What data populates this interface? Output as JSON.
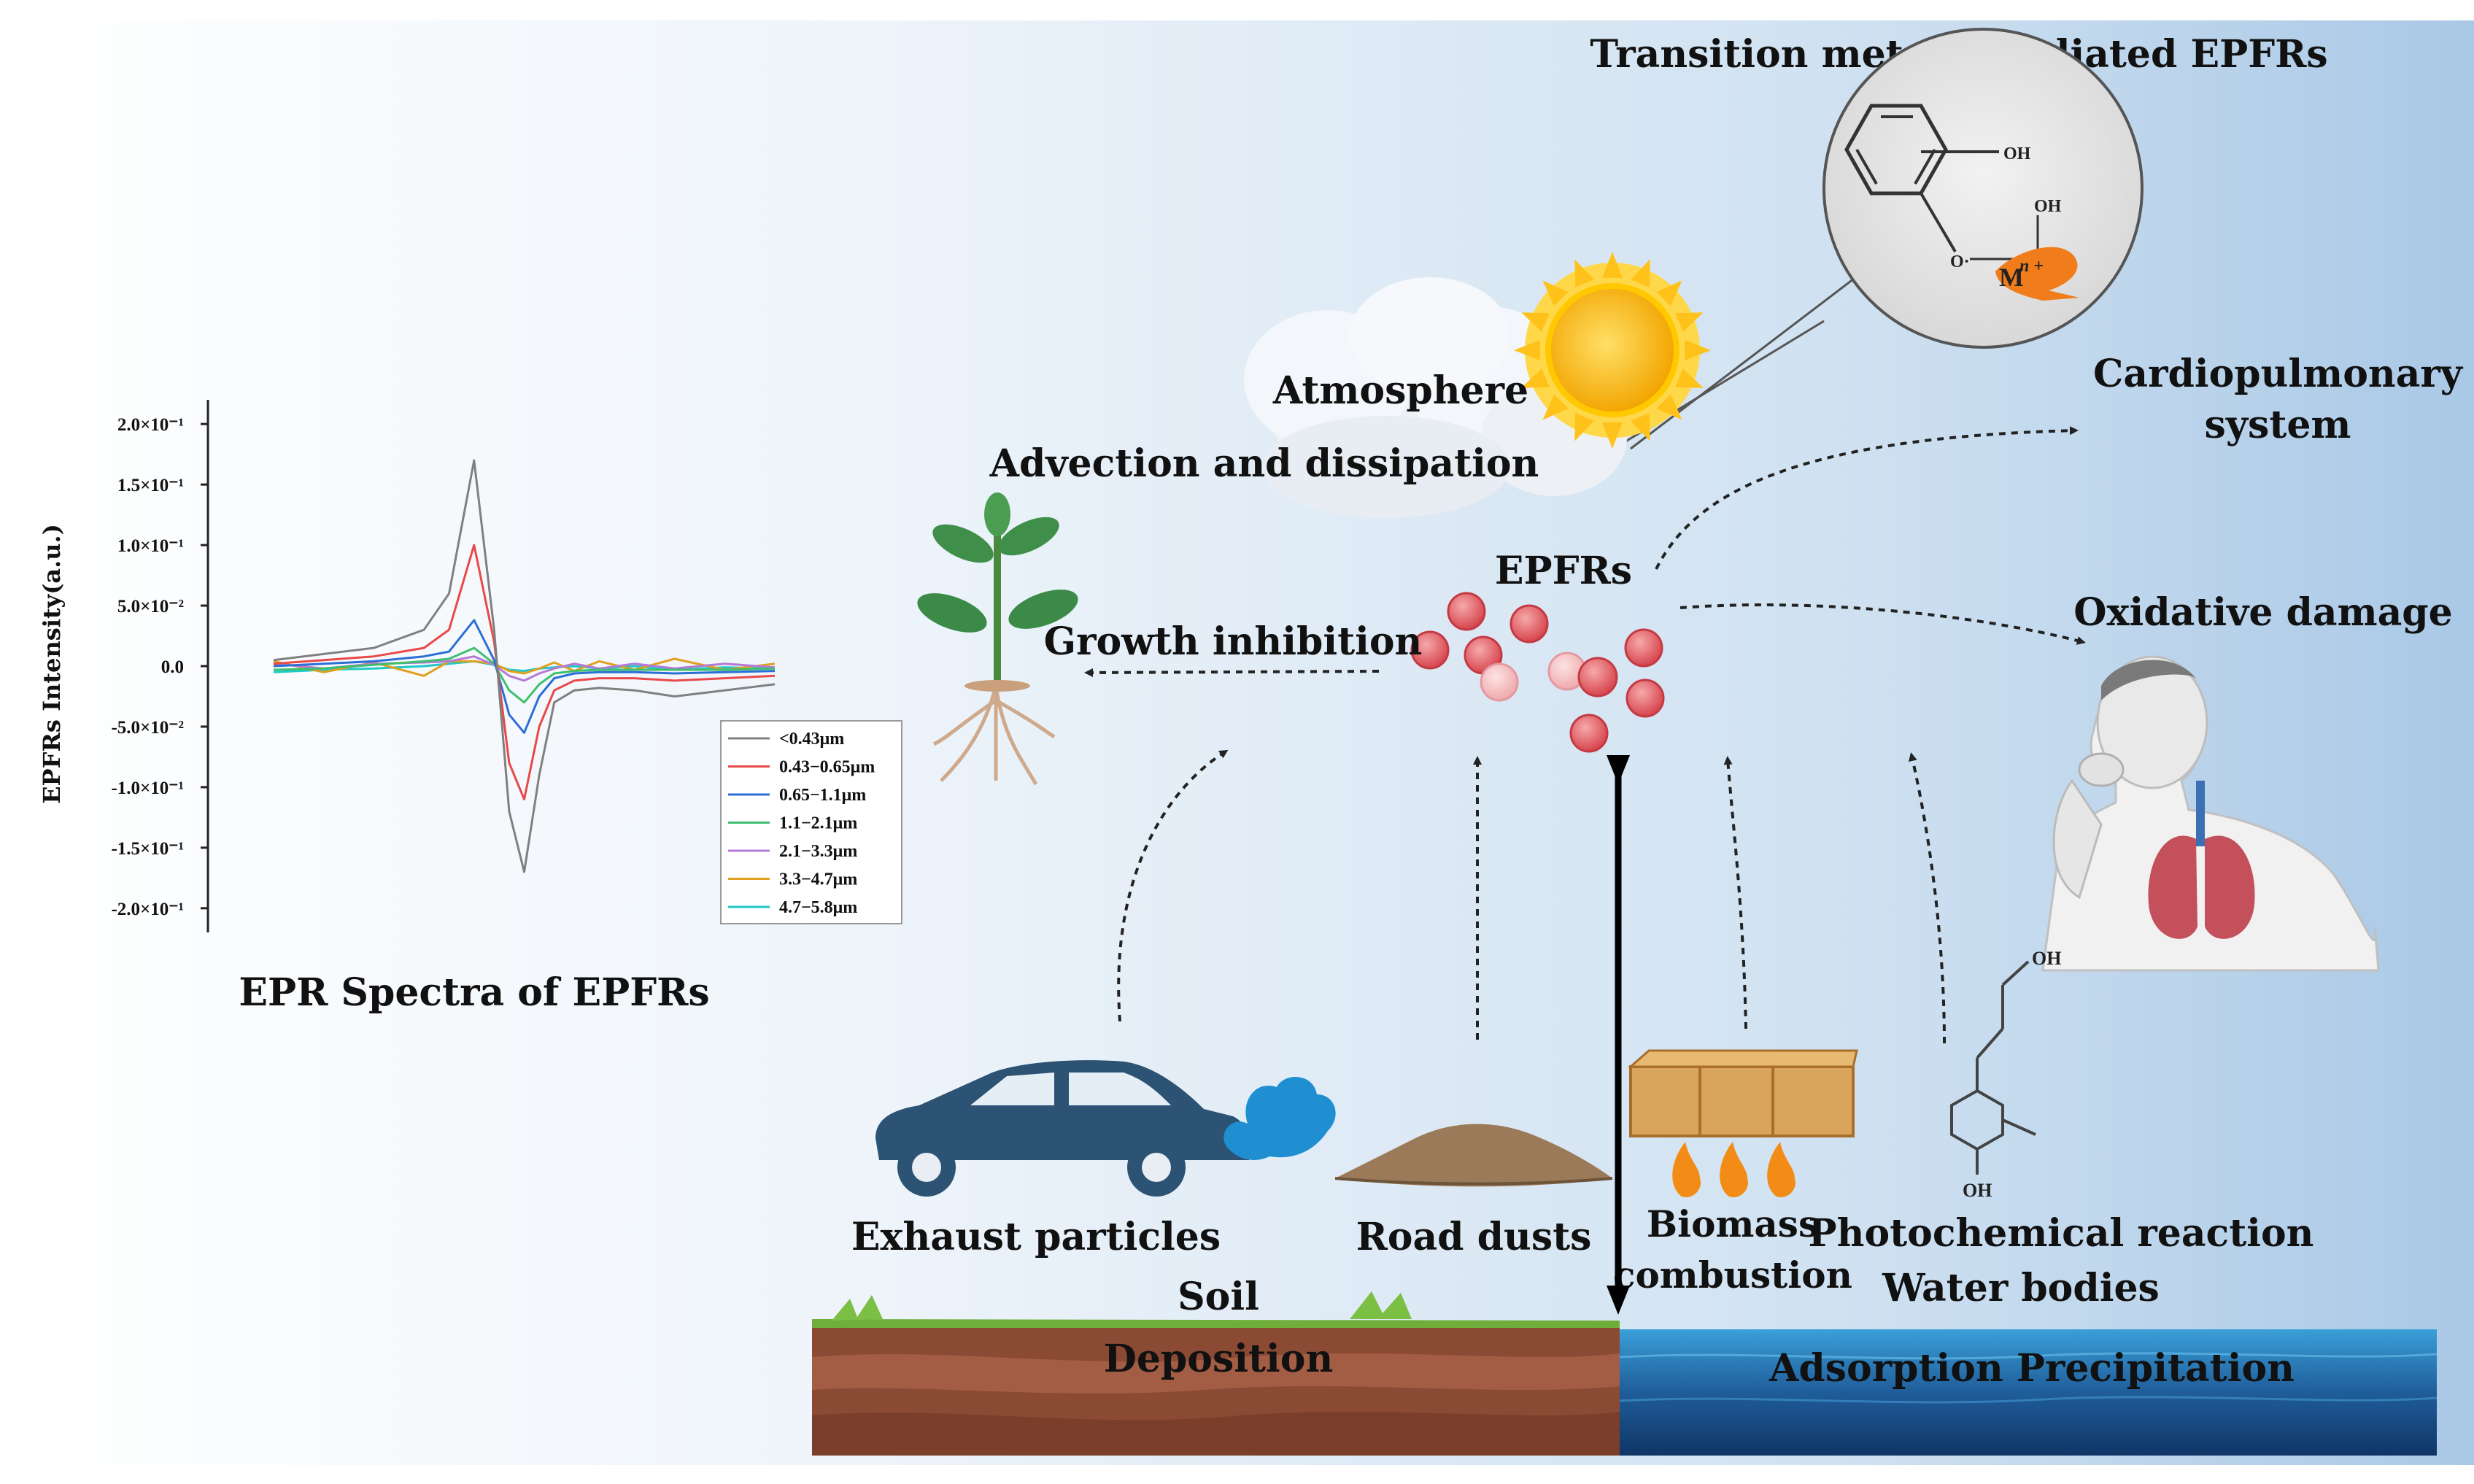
{
  "title": "Transition metals-mediated EPFRs",
  "labels": {
    "atmosphere": "Atmosphere",
    "advection": "Advection and dissipation",
    "cardio_line1": "Cardiopulmonary",
    "cardio_line2": "system",
    "epfrs": "EPFRs",
    "oxidative": "Oxidative damage",
    "growth": "Growth inhibition",
    "exhaust": "Exhaust particles",
    "road": "Road dusts",
    "biomass_line1": "Biomass",
    "biomass_line2": "combustion",
    "photochem": "Photochemical reaction",
    "water_bodies": "Water bodies",
    "soil": "Soil",
    "deposition": "Deposition",
    "adsorption": "Adsorption Precipitation"
  },
  "chemistry": {
    "oh_top": "OH",
    "oh_metal": "OH",
    "o_radical": "O·",
    "metal": "M",
    "metal_sup": "n +",
    "coniferyl_oh_top": "OH",
    "coniferyl_oh_bottom": "OH"
  },
  "icons": [
    "sun-icon",
    "cloud-icon",
    "plant-icon",
    "car-icon",
    "dust-pile-icon",
    "biomass-fire-icon",
    "human-lungs-icon",
    "water-icon",
    "soil-icon"
  ],
  "chart_data": {
    "type": "line",
    "title": "EPR Spectra of EPFRs",
    "xlabel": "",
    "ylabel": "EPFRs Intensity(a.u.)",
    "ylim": [
      -0.22,
      0.22
    ],
    "yticks": [
      0.2,
      0.15,
      0.1,
      0.05,
      0.0,
      -0.05,
      -0.1,
      -0.15,
      -0.2
    ],
    "ytick_labels": [
      "2.0×10⁻¹",
      "1.5×10⁻¹",
      "1.0×10⁻¹",
      "5.0×10⁻²",
      "0.0",
      "-5.0×10⁻²",
      "-1.0×10⁻¹",
      "-1.5×10⁻¹",
      "-2.0×10⁻¹"
    ],
    "x": [
      0,
      0.1,
      0.2,
      0.3,
      0.35,
      0.4,
      0.44,
      0.47,
      0.5,
      0.53,
      0.56,
      0.6,
      0.65,
      0.72,
      0.8,
      0.9,
      1.0
    ],
    "legend_position": "bottom-right",
    "series": [
      {
        "name": "<0.43μm",
        "color": "#808080",
        "values": [
          0.005,
          0.01,
          0.015,
          0.03,
          0.06,
          0.17,
          0.03,
          -0.12,
          -0.17,
          -0.09,
          -0.03,
          -0.02,
          -0.018,
          -0.02,
          -0.025,
          -0.02,
          -0.015
        ]
      },
      {
        "name": "0.43−0.65μm",
        "color": "#e8494a",
        "values": [
          0.002,
          0.005,
          0.008,
          0.015,
          0.03,
          0.1,
          0.02,
          -0.08,
          -0.11,
          -0.05,
          -0.02,
          -0.012,
          -0.01,
          -0.01,
          -0.012,
          -0.01,
          -0.008
        ]
      },
      {
        "name": "0.65−1.1μm",
        "color": "#2b6fd6",
        "values": [
          0,
          0.002,
          0.004,
          0.008,
          0.012,
          0.038,
          0.005,
          -0.04,
          -0.055,
          -0.025,
          -0.01,
          -0.006,
          -0.005,
          -0.005,
          -0.006,
          -0.005,
          -0.004
        ]
      },
      {
        "name": "1.1−2.1μm",
        "color": "#3fbf6f",
        "values": [
          -0.003,
          -0.002,
          0.001,
          0.004,
          0.006,
          0.015,
          0.002,
          -0.02,
          -0.03,
          -0.015,
          -0.006,
          -0.004,
          -0.003,
          -0.003,
          -0.003,
          -0.003,
          -0.002
        ]
      },
      {
        "name": "2.1−3.3μm",
        "color": "#b57ad6",
        "values": [
          0.002,
          -0.002,
          0.002,
          0.003,
          0.004,
          0.008,
          0.001,
          -0.008,
          -0.012,
          -0.006,
          -0.002,
          0.002,
          -0.002,
          0.002,
          -0.002,
          0.002,
          -0.001
        ]
      },
      {
        "name": "3.3−4.7μm",
        "color": "#e0a020",
        "values": [
          0.004,
          -0.005,
          0.003,
          -0.008,
          0.004,
          0.004,
          0.002,
          -0.004,
          -0.006,
          -0.002,
          0.003,
          -0.004,
          0.004,
          -0.003,
          0.006,
          -0.003,
          0.002
        ]
      },
      {
        "name": "4.7−5.8μm",
        "color": "#20c8c8",
        "values": [
          -0.005,
          -0.003,
          -0.002,
          0.0,
          0.002,
          0.004,
          0.001,
          -0.003,
          -0.004,
          -0.002,
          -0.001,
          0.0,
          -0.002,
          0.0,
          -0.003,
          -0.001,
          -0.002
        ]
      }
    ]
  }
}
